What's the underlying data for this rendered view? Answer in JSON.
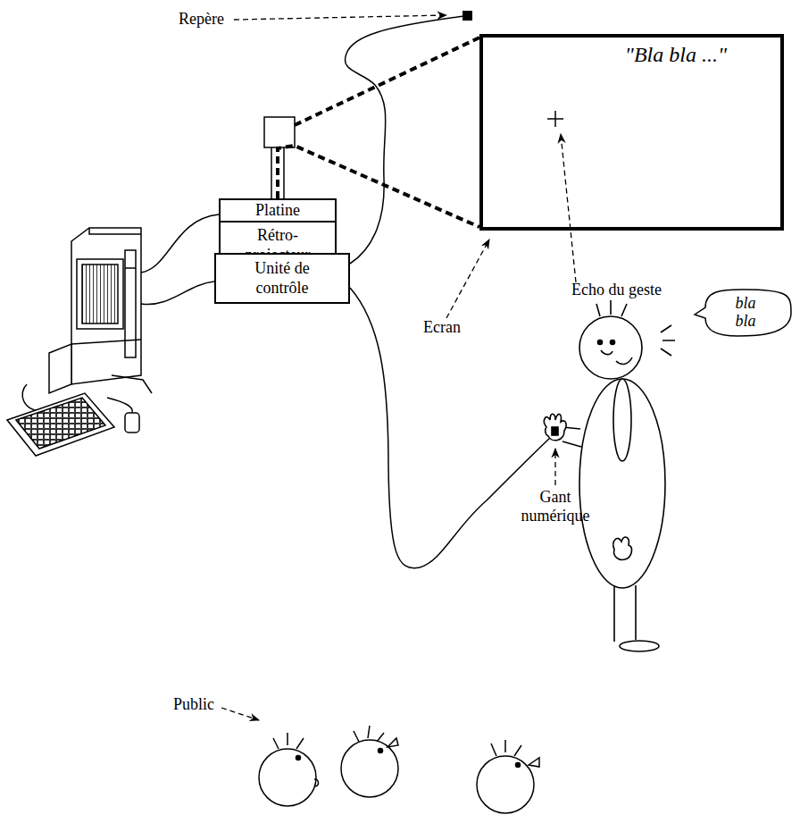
{
  "diagram": {
    "nodes": [
      {
        "text": [
          "\"Bla bla ...\""
        ]
      },
      {
        "text": [
          "Platine",
          "Rétro- projecteur"
        ]
      },
      {
        "text": [
          "Unité de contrôle"
        ]
      },
      {
        "text": [
          "bla bla"
        ]
      }
    ],
    "edges": [
      {
        "from": 1,
        "to": 0,
        "arrow": "none"
      }
    ],
    "labels": [
      "Repère",
      "Ecran",
      "Echo du geste",
      "Gant numérique",
      "Public"
    ]
  }
}
